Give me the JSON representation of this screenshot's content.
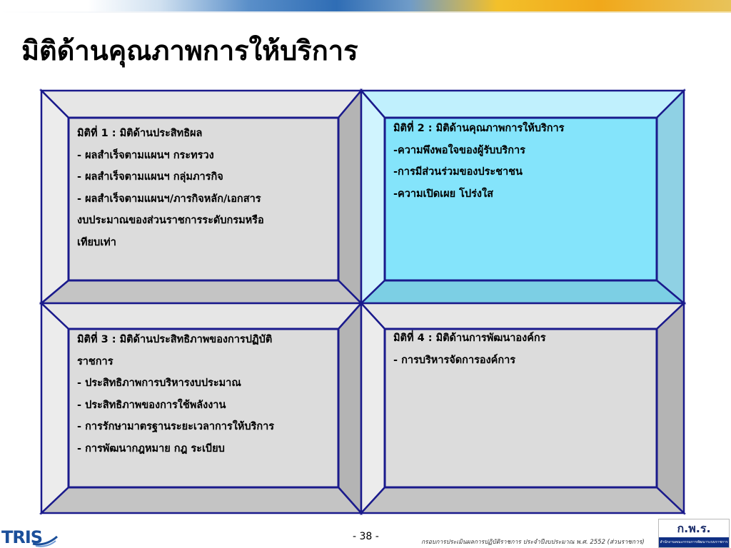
{
  "slide": {
    "title": "มิติด้านคุณภาพการให้บริการ"
  },
  "quadrants": {
    "q1": {
      "lines": [
        "มิติที่ 1 : มิติด้านประสิทธิผล",
        "- ผลสำเร็จตามแผนฯ กระทรวง",
        "- ผลสำเร็จตามแผนฯ กลุ่มภารกิจ",
        "- ผลสำเร็จตามแผนฯ/ภารกิจหลัก/เอกสาร",
        "งบประมาณของส่วนราชการระดับกรมหรือ",
        "เทียบเท่า"
      ]
    },
    "q2": {
      "lines": [
        "มิติที่ 2 : มิติด้านคุณภาพการให้บริการ",
        "-ความพึงพอใจของผู้รับบริการ",
        "-การมีส่วนร่วมของประชาชน",
        "-ความเปิดเผย โปร่งใส"
      ]
    },
    "q3": {
      "lines": [
        "มิติที่ 3 : มิติด้านประสิทธิภาพของการปฏิบัติ",
        "ราชการ",
        "- ประสิทธิภาพการบริหารงบประมาณ",
        "- ประสิทธิภาพของการใช้พลังงาน",
        "- การรักษามาตรฐานระยะเวลาการให้บริการ",
        "- การพัฒนากฎหมาย กฎ ระเบียบ"
      ]
    },
    "q4": {
      "lines": [
        "มิติที่ 4 : มิติด้านการพัฒนาองค์กร",
        "- การบริหารจัดการองค์การ"
      ]
    }
  },
  "footer": {
    "logo_left": "TRIS",
    "page_number": "- 38 -",
    "caption": "กรอบการประเมินผลการปฏิบัติราชการ ประจำปีงบประมาณ พ.ศ. 2552 (ส่วนราชการ)",
    "logo_right": "ก.พ.ร.",
    "logo_right_band": "สำนักงานคณะกรรมการพัฒนาระบบราชการ"
  },
  "colors": {
    "frame_border": "#1a1a8c",
    "gray_face": "#dcdcdc",
    "gray_top": "#e6e6e6",
    "gray_left": "#ececec",
    "gray_right": "#b4b4b4",
    "gray_bottom": "#c4c4c4",
    "blue_face": "#84e4fb",
    "blue_top": "#c0f0fd",
    "blue_left": "#d0f4fe",
    "blue_right": "#8fd1e4",
    "blue_bottom": "#7ccfe4"
  }
}
